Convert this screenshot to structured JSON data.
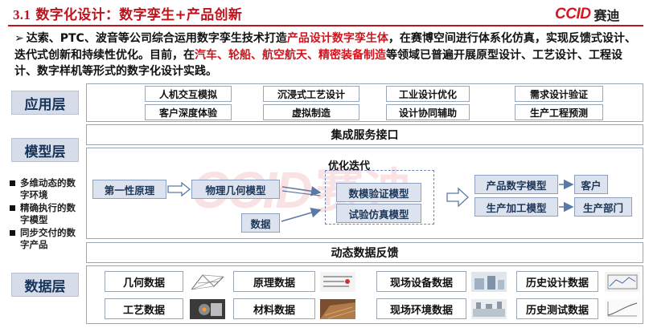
{
  "header": {
    "title_num": "3.1",
    "title_text": "数字化设计：数字孪生+产品创新",
    "logo_en": "CCID",
    "logo_cn": "赛迪"
  },
  "intro": {
    "arrow": "➢",
    "p1": "达索、PTC、波音等公司综合运用数字孪生技术打造",
    "h1": "产品设计数字孪生体",
    "p2": "，在赛博空间进行体系化仿真，实现反馈式设计、迭代式创新和持续性优化。目前，在",
    "h2": "汽车、轮船、航空航天、精密装备制造",
    "p3": "等领域已普遍开展原型设计、工艺设计、工程设计、数字样机等形式的数字化设计实践。"
  },
  "layers": {
    "app": "应用层",
    "model": "模型层",
    "data": "数据层"
  },
  "bullets": [
    "多维动态的数字环境",
    "精确执行的数字模型",
    "同步交付的数字产品"
  ],
  "app_tags": [
    "人机交互模拟",
    "沉浸式工艺设计",
    "工业设计优化",
    "需求设计验证",
    "客户深度体验",
    "虚拟制造",
    "设计协同辅助",
    "生产工程预测"
  ],
  "bands": {
    "integration": "集成服务接口",
    "feedback": "动态数据反馈"
  },
  "model": {
    "first_principle": "第一性原理",
    "physical_model": "物理几何模型",
    "data": "数据",
    "iter_label": "优化迭代",
    "validation_model": "数模验证模型",
    "simulation_model": "试验仿真模型",
    "product_digital_model": "产品数字模型",
    "production_model": "生产加工模型",
    "customer": "客户",
    "production_dept": "生产部门"
  },
  "data_items": [
    "几何数据",
    "原理数据",
    "现场设备数据",
    "历史设计数据",
    "工艺数据",
    "材料数据",
    "现场环境数据",
    "历史测试数据"
  ],
  "watermark": {
    "en": "CCID",
    "cn": "赛迪"
  },
  "colors": {
    "title_red": "#c0121b",
    "highlight_red": "#d2151d",
    "layer_label_bg": "#d6dde8",
    "layer_label_text": "#16335c",
    "model_box_bg": "#dce3ee",
    "border_gray": "#9aa7b8"
  }
}
